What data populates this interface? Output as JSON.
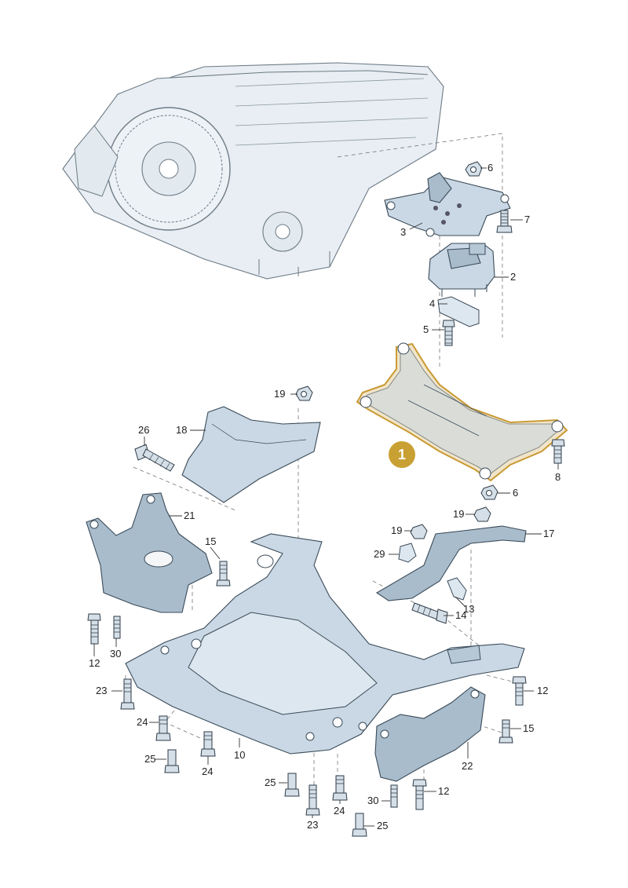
{
  "highlight_badge": "1",
  "callouts": [
    {
      "id": "c6a",
      "label": "6"
    },
    {
      "id": "c7",
      "label": "7"
    },
    {
      "id": "c3",
      "label": "3"
    },
    {
      "id": "c2",
      "label": "2"
    },
    {
      "id": "c4",
      "label": "4"
    },
    {
      "id": "c5",
      "label": "5"
    },
    {
      "id": "c8",
      "label": "8"
    },
    {
      "id": "c6b",
      "label": "6"
    },
    {
      "id": "c19a",
      "label": "19"
    },
    {
      "id": "c26",
      "label": "26"
    },
    {
      "id": "c18",
      "label": "18"
    },
    {
      "id": "c21",
      "label": "21"
    },
    {
      "id": "c15a",
      "label": "15"
    },
    {
      "id": "c19b",
      "label": "19"
    },
    {
      "id": "c19c",
      "label": "19"
    },
    {
      "id": "c17",
      "label": "17"
    },
    {
      "id": "c29",
      "label": "29"
    },
    {
      "id": "c14",
      "label": "14"
    },
    {
      "id": "c13",
      "label": "13"
    },
    {
      "id": "c12a",
      "label": "12"
    },
    {
      "id": "c30a",
      "label": "30"
    },
    {
      "id": "c23a",
      "label": "23"
    },
    {
      "id": "c24a",
      "label": "24"
    },
    {
      "id": "c25a",
      "label": "25"
    },
    {
      "id": "c24b",
      "label": "24"
    },
    {
      "id": "c10",
      "label": "10"
    },
    {
      "id": "c12b",
      "label": "12"
    },
    {
      "id": "c15b",
      "label": "15"
    },
    {
      "id": "c22",
      "label": "22"
    },
    {
      "id": "c25b",
      "label": "25"
    },
    {
      "id": "c23b",
      "label": "23"
    },
    {
      "id": "c24c",
      "label": "24"
    },
    {
      "id": "c12c",
      "label": "12"
    },
    {
      "id": "c30b",
      "label": "30"
    },
    {
      "id": "c25c",
      "label": "25"
    }
  ]
}
